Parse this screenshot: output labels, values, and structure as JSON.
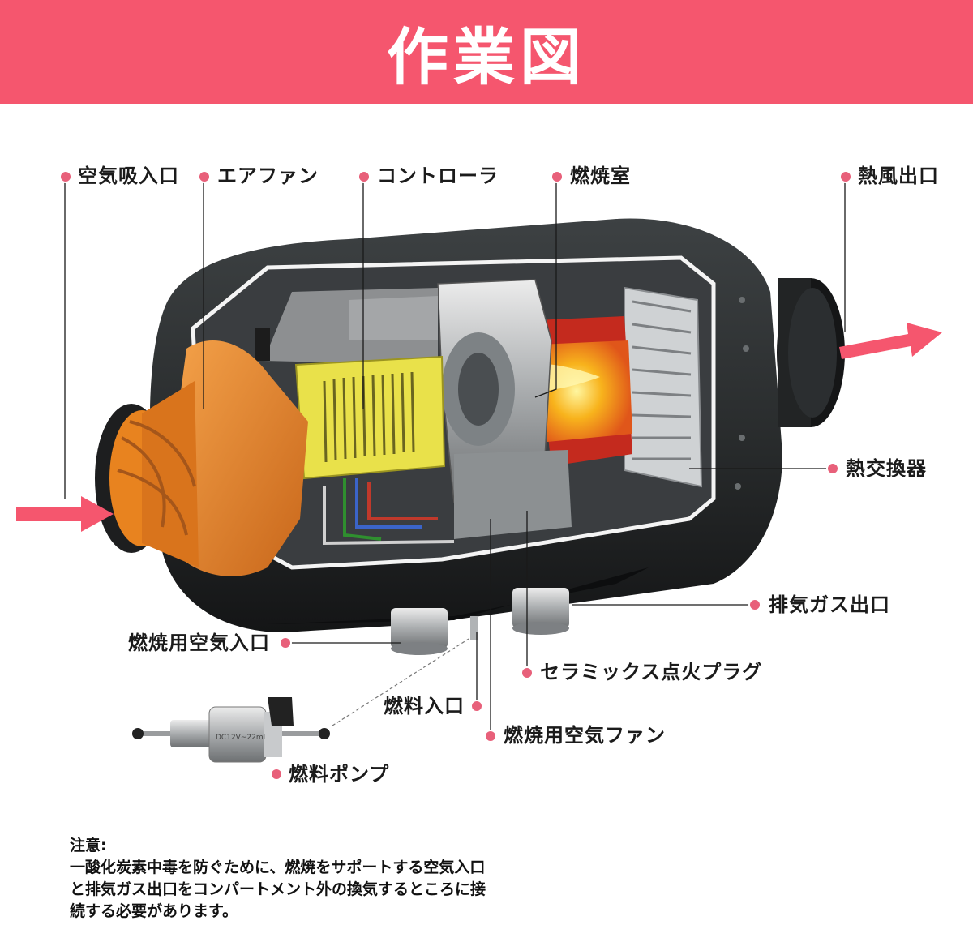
{
  "title": "作業図",
  "labels": {
    "air_intake": "空気吸入口",
    "air_fan": "エアファン",
    "controller": "コントローラ",
    "combustion_chamber": "燃焼室",
    "hot_air_outlet": "熱風出口",
    "heat_exchanger": "熱交換器",
    "exhaust_outlet": "排気ガス出口",
    "combustion_air_inlet": "燃焼用空気入口",
    "ceramic_glow_plug": "セラミックス点火プラグ",
    "fuel_inlet": "燃料入口",
    "combustion_air_fan": "燃焼用空気ファン",
    "fuel_pump": "燃料ポンプ"
  },
  "pump_marking": "DC12V~22ml",
  "note": {
    "heading": "注意:",
    "lines": [
      "一酸化炭素中毒を防ぐために、燃焼をサポートする空気入口",
      "と排気ガス出口をコンパートメント外の換気するところに接",
      "続する必要があります。"
    ]
  },
  "colors": {
    "banner": "#f5566e",
    "arrow": "#f5566e",
    "dot": "#e8607a",
    "casing": "#2a2d2e",
    "fan": "#e8831f",
    "controller": "#e9e14a",
    "flame": "#f8a31c"
  }
}
